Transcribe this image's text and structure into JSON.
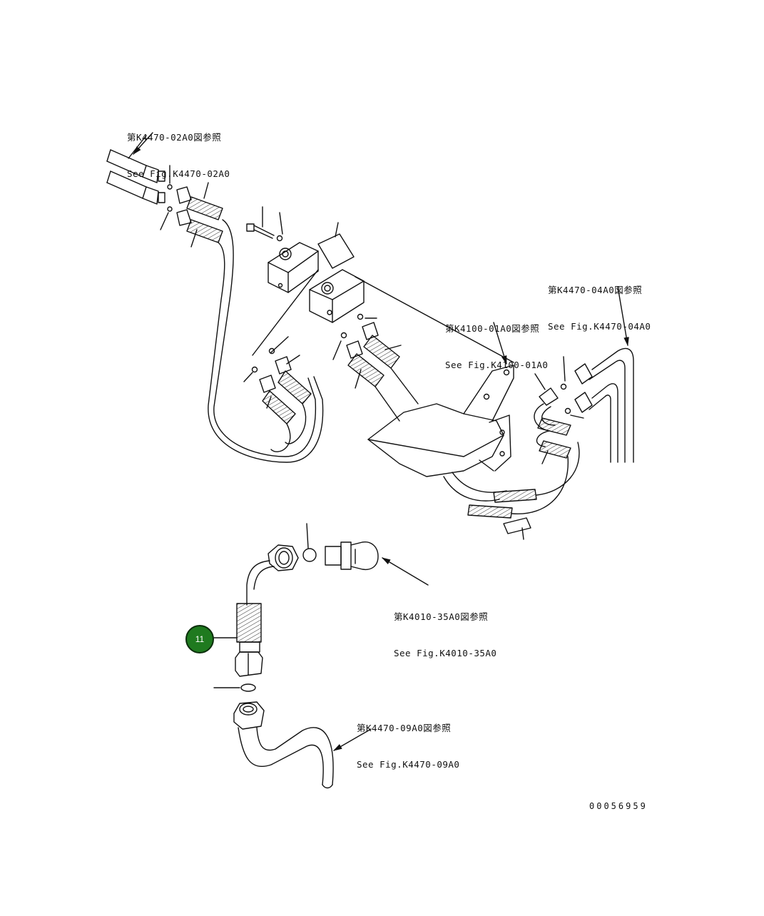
{
  "references": [
    {
      "jp": "第K4470-02A0図参照",
      "en": "See Fig.K4470-02A0"
    },
    {
      "jp": "第K4470-04A0図参照",
      "en": "See Fig.K4470-04A0"
    },
    {
      "jp": "第K4100-01A0図参照",
      "en": "See Fig.K4100-01A0"
    },
    {
      "jp": "第K4010-35A0図参照",
      "en": "See Fig.K4010-35A0"
    },
    {
      "jp": "第K4470-09A0図参照",
      "en": "See Fig.K4470-09A0"
    }
  ],
  "callout": {
    "number": "11",
    "color": "#1f7a1f"
  },
  "drawing_number": "00056959"
}
